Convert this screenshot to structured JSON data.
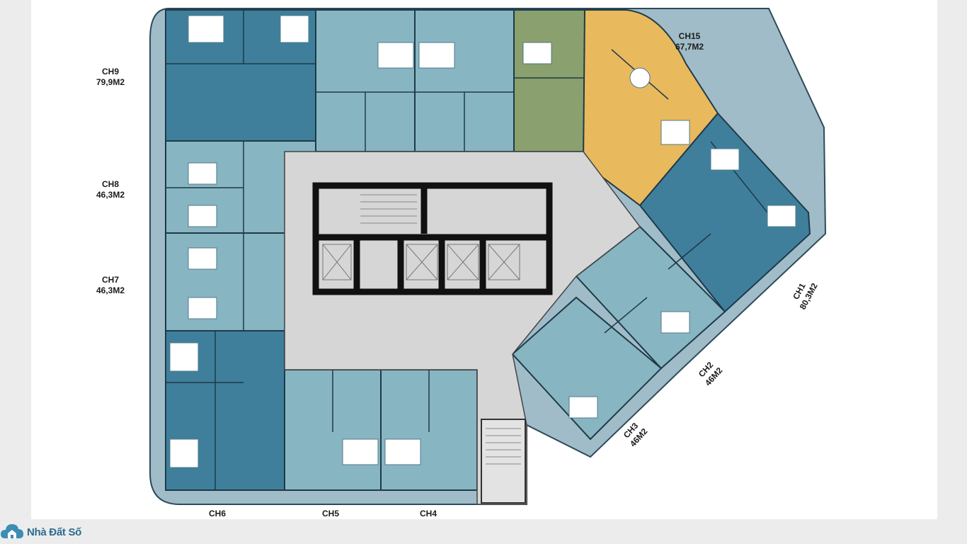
{
  "units": [
    {
      "id": "CH1",
      "name": "CH1",
      "area": "80,3M2"
    },
    {
      "id": "CH2",
      "name": "CH2",
      "area": "46M2"
    },
    {
      "id": "CH3",
      "name": "CH3",
      "area": "46M2"
    },
    {
      "id": "CH4",
      "name": "CH4",
      "area": ""
    },
    {
      "id": "CH5",
      "name": "CH5",
      "area": ""
    },
    {
      "id": "CH6",
      "name": "CH6",
      "area": ""
    },
    {
      "id": "CH7",
      "name": "CH7",
      "area": "46,3M2"
    },
    {
      "id": "CH8",
      "name": "CH8",
      "area": "46,3M2"
    },
    {
      "id": "CH9",
      "name": "CH9",
      "area": "79,9M2"
    },
    {
      "id": "CH15",
      "name": "CH15",
      "area": "67,7M2"
    }
  ],
  "brand": {
    "name": "Nhà Đất Số"
  },
  "colors": {
    "unit_blue_dark": "#3f7f9c",
    "unit_blue_light": "#88b5c2",
    "unit_green": "#8aa06e",
    "unit_yellow": "#e9b95d",
    "core_gray": "#d6d6d6",
    "wall": "#111111",
    "balcony": "#9fbcc8"
  }
}
